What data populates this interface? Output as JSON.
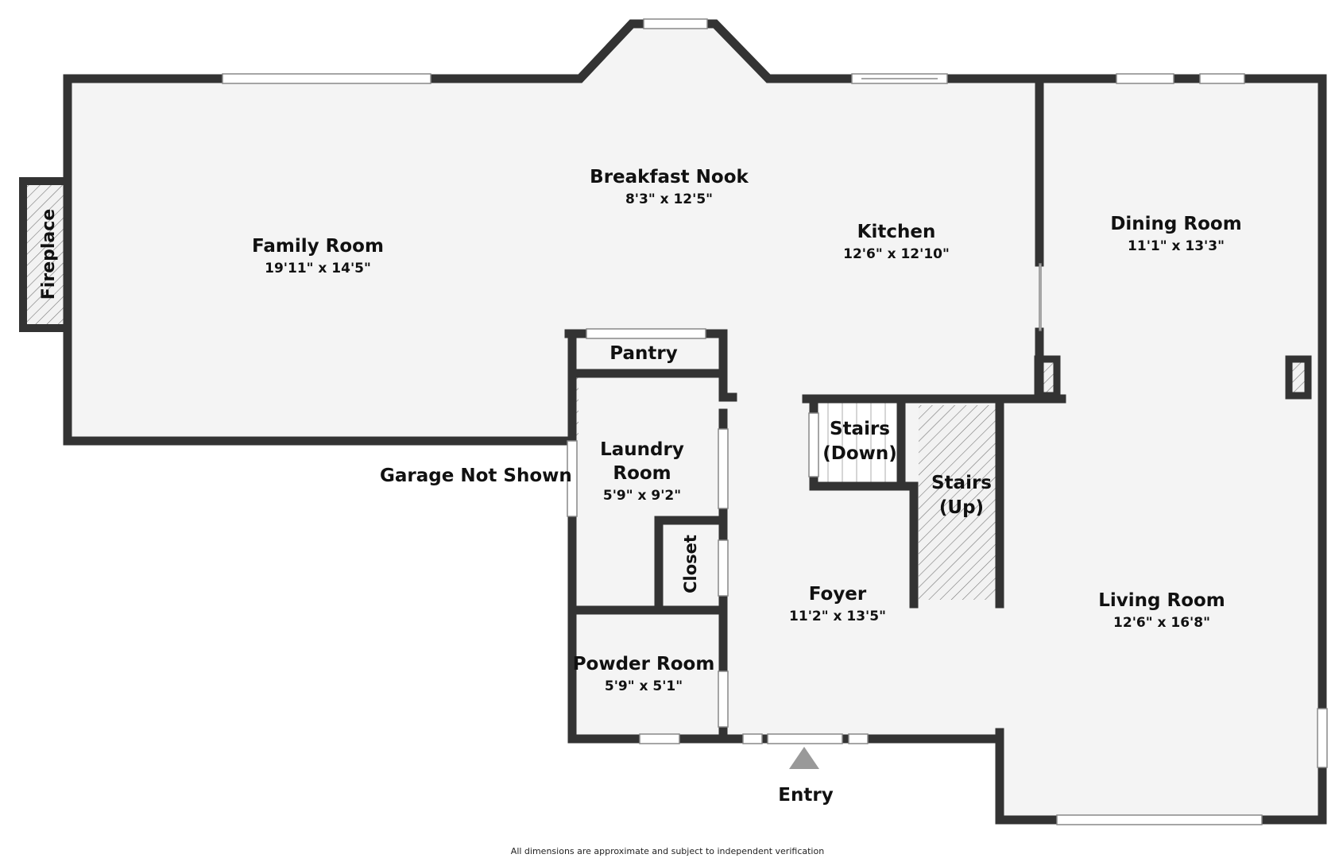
{
  "rooms": {
    "family_room": {
      "name": "Family Room",
      "dims": "19'11\" x 14'5\""
    },
    "breakfast_nook": {
      "name": "Breakfast Nook",
      "dims": "8'3\" x 12'5\""
    },
    "kitchen": {
      "name": "Kitchen",
      "dims": "12'6\" x 12'10\""
    },
    "dining_room": {
      "name": "Dining Room",
      "dims": "11'1\" x 13'3\""
    },
    "pantry": {
      "name": "Pantry"
    },
    "laundry_room": {
      "name_line1": "Laundry",
      "name_line2": "Room",
      "dims": "5'9\" x 9'2\""
    },
    "closet": {
      "name": "Closet"
    },
    "powder_room": {
      "name": "Powder Room",
      "dims": "5'9\" x 5'1\""
    },
    "foyer": {
      "name": "Foyer",
      "dims": "11'2\" x 13'5\""
    },
    "stairs_down": {
      "line1": "Stairs",
      "line2": "(Down)"
    },
    "stairs_up": {
      "line1": "Stairs",
      "line2": "(Up)"
    },
    "living_room": {
      "name": "Living Room",
      "dims": "12'6\" x 16'8\""
    }
  },
  "labels": {
    "fireplace": "Fireplace",
    "garage": "Garage Not Shown",
    "entry": "Entry",
    "disclaimer": "All dimensions are approximate and subject to independent verification"
  },
  "colors": {
    "wall": "#333333",
    "floor": "#f4f4f4",
    "entry_arrow": "#999999"
  }
}
